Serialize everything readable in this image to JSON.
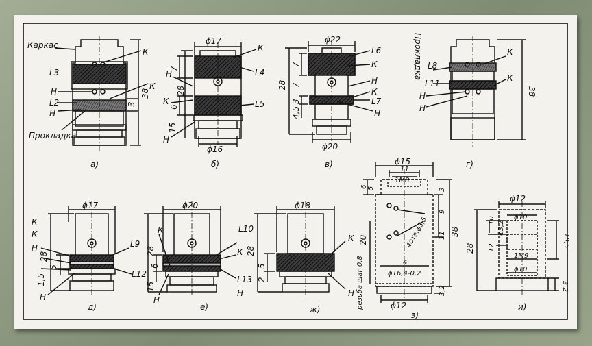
{
  "labels": {
    "karkas": "Каркас",
    "prokladka": "Прокладка",
    "k": "К",
    "n": "Н",
    "l3": "L3",
    "l2": "L2",
    "l4": "L4",
    "l5": "L5",
    "l6": "L6",
    "l7": "L7",
    "l8": "L8",
    "l11": "L11",
    "l9": "L9",
    "l12": "L12",
    "l10": "L10",
    "l13": "L13"
  },
  "captions": {
    "a": "а)",
    "b": "б)",
    "v": "в)",
    "g": "г)",
    "d": "д)",
    "e": "е)",
    "zh": "ж)",
    "z": "з)",
    "i": "и)"
  },
  "dims": {
    "d17": "ϕ17",
    "d16": "ϕ16",
    "d22": "ϕ22",
    "d20": "ϕ20",
    "d18": "ϕ18",
    "d15": "ϕ15",
    "d12": "ϕ12",
    "d10": "ϕ10",
    "d3_2": "ϕ3,2",
    "d16_4": "ϕ16,4-0,2",
    "thread_m8": "1М8",
    "thread_m9": "1М9",
    "hole_4": "4отв.ϕ3,5",
    "thread_step": "резьба шаг 0,8",
    "v38": "38",
    "v28": "28",
    "v7": "7",
    "v6": "6",
    "v5": "5",
    "v3": "3",
    "v9": "9",
    "v11": "11",
    "v20": "20",
    "v12": "12",
    "v10": "10",
    "v10_5": "10,5",
    "v4": "4",
    "v4_5": "4,5",
    "v3_2": "3,2",
    "v15": "15",
    "v2": "2",
    "v1_5": "1,5"
  },
  "colors": {
    "ink": "#111111",
    "paper": "#f3f2ec",
    "winding": "#2a2a2a"
  }
}
